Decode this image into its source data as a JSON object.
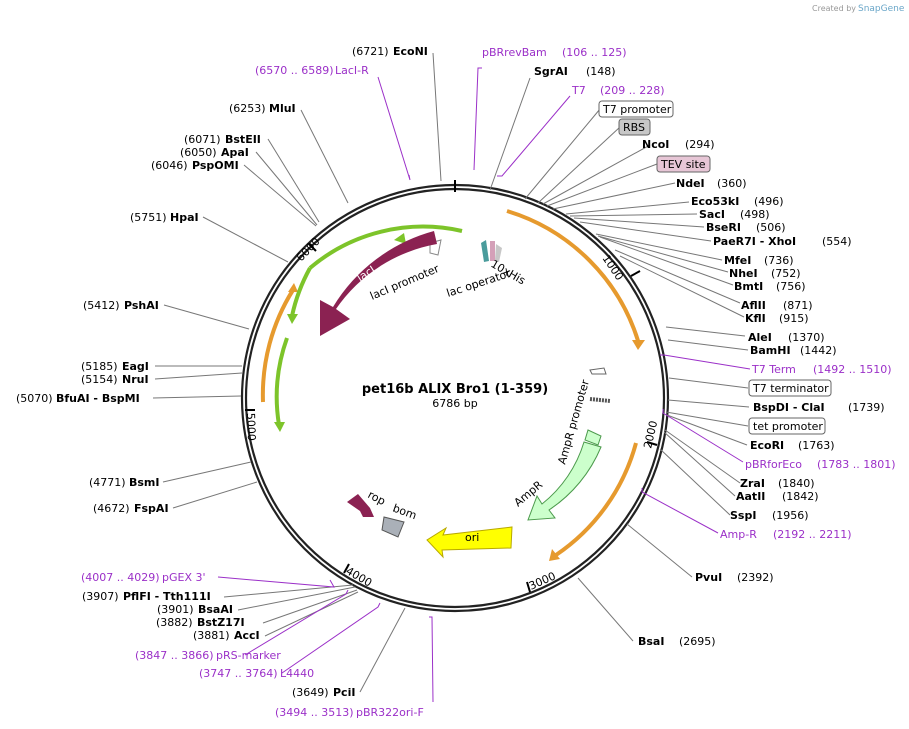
{
  "watermark": "Created by",
  "brand": "SnapGene",
  "plasmid": {
    "name": "pet16b ALIX Bro1 (1-359)",
    "size": "6786 bp"
  },
  "ticks": [
    "1000",
    "2000",
    "3000",
    "4000",
    "5000",
    "6000"
  ],
  "features": {
    "laci": "lacI",
    "laci_promoter": "lacI promoter",
    "lac_operator": "lac operator",
    "his": "10xHis",
    "ampr_promoter": "AmpR promoter",
    "ampr": "AmpR",
    "ori": "ori",
    "rop": "rop",
    "bom": "bom"
  },
  "boxed": {
    "t7_promoter": "T7 promoter",
    "rbs": "RBS",
    "tev": "TEV site",
    "t7_terminator": "T7 terminator",
    "tet_promoter": "tet promoter"
  },
  "sites_right": [
    {
      "name": "SgrAI",
      "pos": "(148)"
    },
    {
      "name": "NcoI",
      "pos": "(294)"
    },
    {
      "name": "NdeI",
      "pos": "(360)"
    },
    {
      "name": "Eco53kI",
      "pos": "(496)"
    },
    {
      "name": "SacI",
      "pos": "(498)"
    },
    {
      "name": "BseRI",
      "pos": "(506)"
    },
    {
      "name": "PaeR7I - XhoI",
      "pos": "(554)"
    },
    {
      "name": "MfeI",
      "pos": "(736)"
    },
    {
      "name": "NheI",
      "pos": "(752)"
    },
    {
      "name": "BmtI",
      "pos": "(756)"
    },
    {
      "name": "AflII",
      "pos": "(871)"
    },
    {
      "name": "KflI",
      "pos": "(915)"
    },
    {
      "name": "AleI",
      "pos": "(1370)"
    },
    {
      "name": "BamHI",
      "pos": "(1442)"
    },
    {
      "name": "BspDI - ClaI",
      "pos": "(1739)"
    },
    {
      "name": "EcoRI",
      "pos": "(1763)"
    },
    {
      "name": "ZraI",
      "pos": "(1840)"
    },
    {
      "name": "AatII",
      "pos": "(1842)"
    },
    {
      "name": "SspI",
      "pos": "(1956)"
    },
    {
      "name": "PvuI",
      "pos": "(2392)"
    },
    {
      "name": "BsaI",
      "pos": "(2695)"
    }
  ],
  "sites_left": [
    {
      "name": "EcoNI",
      "pos": "(6721)"
    },
    {
      "name": "MluI",
      "pos": "(6253)"
    },
    {
      "name": "BstEII",
      "pos": "(6071)"
    },
    {
      "name": "ApaI",
      "pos": "(6050)"
    },
    {
      "name": "PspOMI",
      "pos": "(6046)"
    },
    {
      "name": "HpaI",
      "pos": "(5751)"
    },
    {
      "name": "PshAI",
      "pos": "(5412)"
    },
    {
      "name": "EagI",
      "pos": "(5185)"
    },
    {
      "name": "NruI",
      "pos": "(5154)"
    },
    {
      "name": "BfuAI - BspMI",
      "pos": "(5070)"
    },
    {
      "name": "BsmI",
      "pos": "(4771)"
    },
    {
      "name": "FspAI",
      "pos": "(4672)"
    },
    {
      "name": "PflFI - Tth111I",
      "pos": "(3907)"
    },
    {
      "name": "BsaAI",
      "pos": "(3901)"
    },
    {
      "name": "BstZ17I",
      "pos": "(3882)"
    },
    {
      "name": "AccI",
      "pos": "(3881)"
    },
    {
      "name": "PciI",
      "pos": "(3649)"
    }
  ],
  "primers": [
    {
      "name": "pBRrevBam",
      "range": "(106 .. 125)"
    },
    {
      "name": "LacI-R",
      "range": "(6570 .. 6589)"
    },
    {
      "name": "T7",
      "range": "(209 .. 228)"
    },
    {
      "name": "T7 Term",
      "range": "(1492 .. 1510)"
    },
    {
      "name": "pBRforEco",
      "range": "(1783 .. 1801)"
    },
    {
      "name": "Amp-R",
      "range": "(2192 .. 2211)"
    },
    {
      "name": "pGEX 3'",
      "range": "(4007 .. 4029)"
    },
    {
      "name": "pRS-marker",
      "range": "(3847 .. 3866)"
    },
    {
      "name": "L4440",
      "range": "(3747 .. 3764)"
    },
    {
      "name": "pBR322ori-F",
      "range": "(3494 .. 3513)"
    }
  ],
  "colors": {
    "laci": "#8b2252",
    "promoter": "#7dc42a",
    "ampr": "#ccffcc",
    "ori": "#ffff00",
    "orange": "#e69a2e",
    "primer": "#9b30c8",
    "tev": "#e7c6d6",
    "rbs": "#c7c7c7"
  }
}
